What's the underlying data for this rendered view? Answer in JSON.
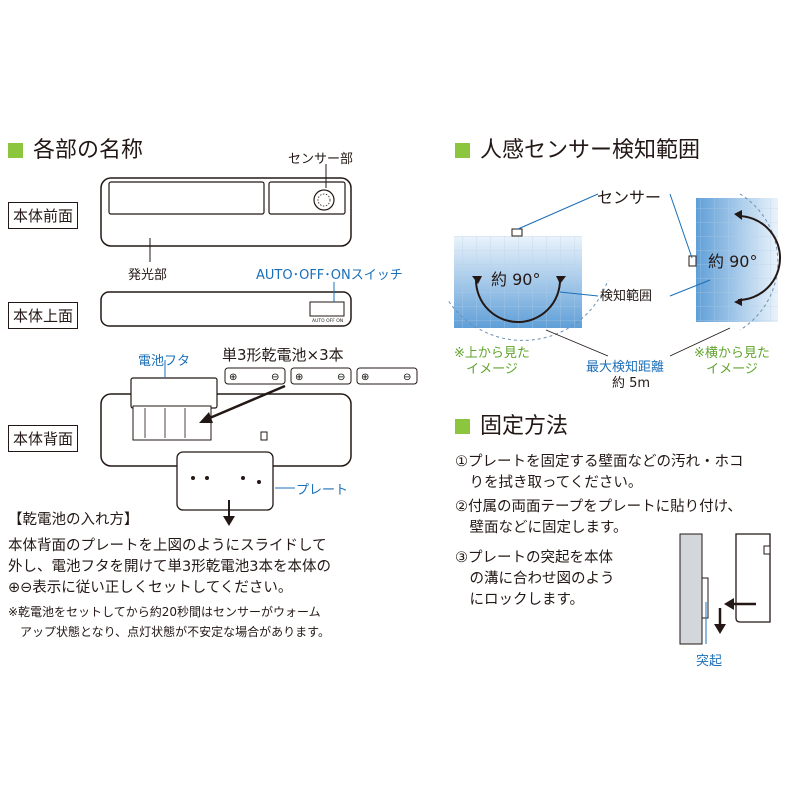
{
  "parts": {
    "title": "各部の名称",
    "front_label": "本体前面",
    "top_label": "本体上面",
    "back_label": "本体背面",
    "sensor_part": "センサー部",
    "light_part": "発光部",
    "switch_label": "AUTO･OFF･ONスイッチ",
    "battery_cover": "電池フタ",
    "batteries": "単3形乾電池×3本",
    "plate": "プレート"
  },
  "battery": {
    "heading": "【乾電池の入れ方】",
    "lines": [
      "本体背面のプレートを上図のようにスライドして",
      "外し、電池フタを開けて単3形乾電池3本を本体の",
      "⊕⊖表示に従い正しくセットしてください。"
    ],
    "notes": [
      "※乾電池をセットしてから約20秒間はセンサーがウォーム",
      "　アップ状態となり、点灯状態が不安定な場合があります。"
    ]
  },
  "sensor_range": {
    "title": "人感センサー検知範囲",
    "sensor": "センサー",
    "angle_top": "約 90°",
    "angle_side": "約 90°",
    "detect_area": "検知範囲",
    "note_top": [
      "※上から見た",
      "イメージ"
    ],
    "note_side": [
      "※横から見た",
      "イメージ"
    ],
    "max_distance": "最大検知距離",
    "distance_value": "約 5m"
  },
  "mounting": {
    "title": "固定方法",
    "step1": [
      "①プレートを固定する壁面などの汚れ・ホコ",
      "　りを拭き取ってください。"
    ],
    "step2": [
      "②付属の両面テープをプレートに貼り付け、",
      "　壁面などに固定します。"
    ],
    "step3": [
      "③プレートの突起を本体",
      "　の溝に合わせ図のよう",
      "　にロックします。"
    ],
    "protrusion": "突起"
  },
  "colors": {
    "accent": "#8cc63f",
    "caption_blue": "#1b6fb8",
    "caption_green": "#5fa52e"
  }
}
